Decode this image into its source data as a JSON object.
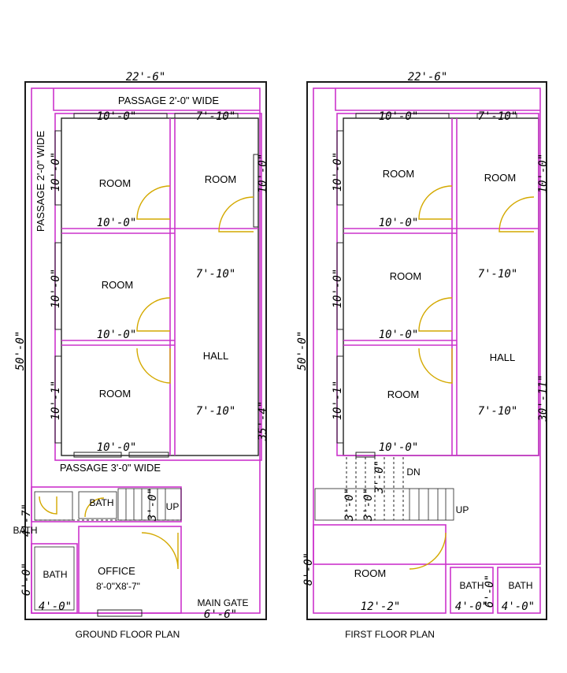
{
  "ground_floor": {
    "title": "GROUND FLOOR PLAN",
    "width_dim": "22'-6\"",
    "depth_dim": "50'-0\"",
    "passage_top": "PASSAGE 2'-0\" WIDE",
    "passage_side": "PASSAGE 2'-0\" WIDE",
    "passage_bottom": "PASSAGE 3'-0\" WIDE",
    "room_1": "ROOM",
    "room_2": "ROOM",
    "room_3": "ROOM",
    "room_4": "ROOM",
    "hall": "HALL",
    "bath_1": "BATH",
    "bath_2": "BATH",
    "bath_3": "BATH",
    "office": "OFFICE",
    "office_size": "8'-0\"X8'-7\"",
    "main_gate": "MAIN GATE",
    "up": "UP",
    "dims": {
      "d10a": "10'-0\"",
      "d7a": "7'-10\"",
      "d10b": "10'-0\"",
      "d10c": "10'-0\"",
      "d10v1": "10'-0\"",
      "d10v2": "10'-0\"",
      "d10v3": "10'-0\"",
      "d10v4": "10'-1\"",
      "d7b": "7'-10\"",
      "d7c": "7'-10\"",
      "d10d": "10'-0\"",
      "d35": "35'-4\"",
      "d3": "3'-0\"",
      "d4a": "4'-7\"",
      "d6": "6'-0\"",
      "d4b": "4'-0\"",
      "d66": "6'-6\""
    }
  },
  "first_floor": {
    "title": "FIRST FLOOR PLAN",
    "width_dim": "22'-6\"",
    "depth_dim": "50'-0\"",
    "room_1": "ROOM",
    "room_2": "ROOM",
    "room_3": "ROOM",
    "room_4": "ROOM",
    "room_5": "ROOM",
    "hall": "HALL",
    "bath_1": "BATH",
    "bath_2": "BATH",
    "dn": "DN",
    "up": "UP",
    "dims": {
      "d10a": "10'-0\"",
      "d7a": "7'-10\"",
      "d10b": "10'-0\"",
      "d10c": "10'-0\"",
      "d10d": "10'-0\"",
      "d10v1": "10'-0\"",
      "d10v2": "10'-0\"",
      "d10v3": "10'-0\"",
      "d10v4": "10'-1\"",
      "d7b": "7'-10\"",
      "d7c": "7'-10\"",
      "d30": "30'-11\"",
      "d3a": "3'-0\"",
      "d3b": "3'-0\"",
      "d3c": "3'-0\"",
      "d8": "8'-0\"",
      "d12": "12'-2\"",
      "d4a": "4'-0\"",
      "d4b": "4'-0\"",
      "d6": "6'-0\""
    }
  }
}
